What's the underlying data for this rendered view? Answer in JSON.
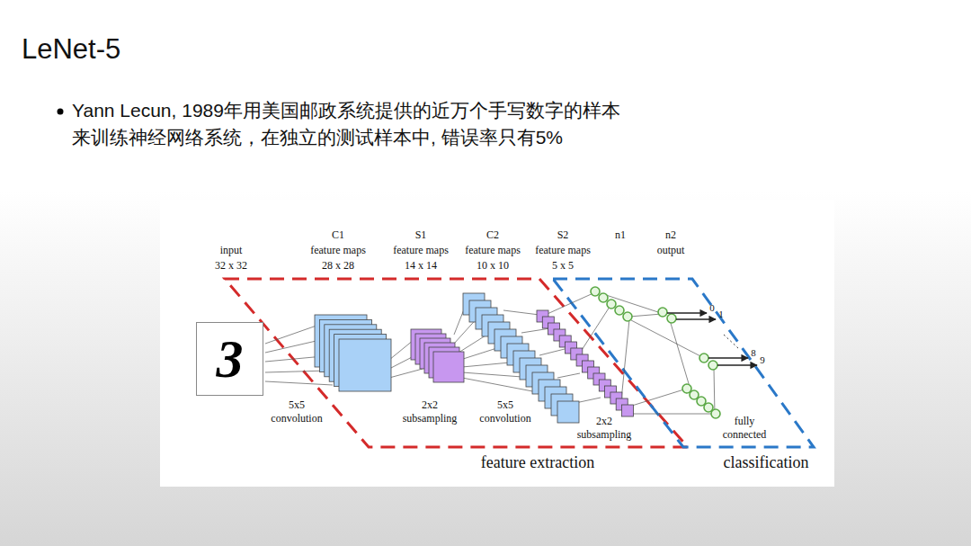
{
  "diagram": {
    "title": "LeNet-5",
    "nodes": [
      {
        "text": [
          "3"
        ]
      }
    ],
    "labels": [
      "Yann Lecun, 1989年用美国邮政系统提供的近万个手写数字的样本来训练神经网络系统，在独立的测试样本中, 错误率只有5%",
      "input",
      "32 x 32",
      "C1",
      "feature maps",
      "28 x 28",
      "S1",
      "feature maps",
      "14 x 14",
      "C2",
      "feature maps",
      "10 x 10",
      "S2",
      "feature maps",
      "5 x 5",
      "n1",
      "n2",
      "output",
      "5x5 convolution",
      "2x2 subsampling",
      "5x5 convolution",
      "2x2 subsampling",
      "fully connected",
      "feature extraction",
      "classification",
      "0",
      "1",
      "8",
      "9"
    ]
  }
}
